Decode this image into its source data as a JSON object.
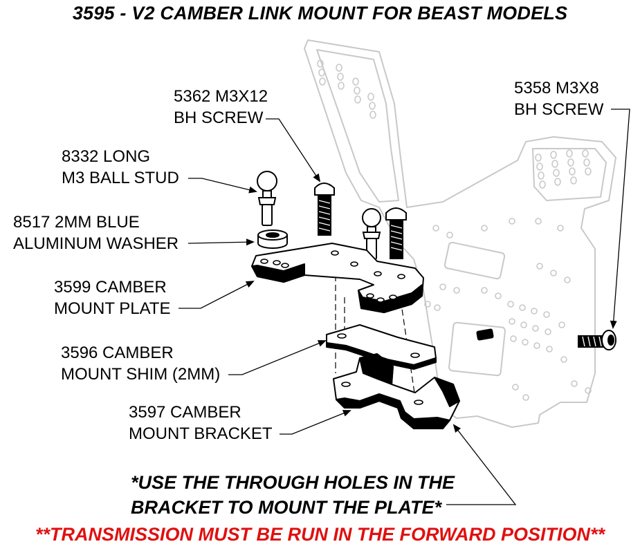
{
  "title": "3595 - V2 CAMBER LINK MOUNT FOR BEAST MODELS",
  "parts": [
    {
      "line1": "5362 M3X12",
      "line2": "BH SCREW"
    },
    {
      "line1": "5358 M3X8",
      "line2": "BH SCREW"
    },
    {
      "line1": "8332 LONG",
      "line2": "M3 BALL STUD"
    },
    {
      "line1": "8517 2MM BLUE",
      "line2": "ALUMINUM WASHER"
    },
    {
      "line1": "3599 CAMBER",
      "line2": "MOUNT PLATE"
    },
    {
      "line1": "3596 CAMBER",
      "line2": "MOUNT SHIM (2MM)"
    },
    {
      "line1": "3597 CAMBER",
      "line2": "MOUNT BRACKET"
    }
  ],
  "note": {
    "line1": "*USE THE THROUGH HOLES IN THE",
    "line2": "BRACKET TO MOUNT THE PLATE*"
  },
  "warning": "**TRANSMISSION MUST BE RUN IN THE FORWARD POSITION**",
  "colors": {
    "ink": "#000000",
    "ghost": "#c8c8c8",
    "warning": "#e01010"
  }
}
